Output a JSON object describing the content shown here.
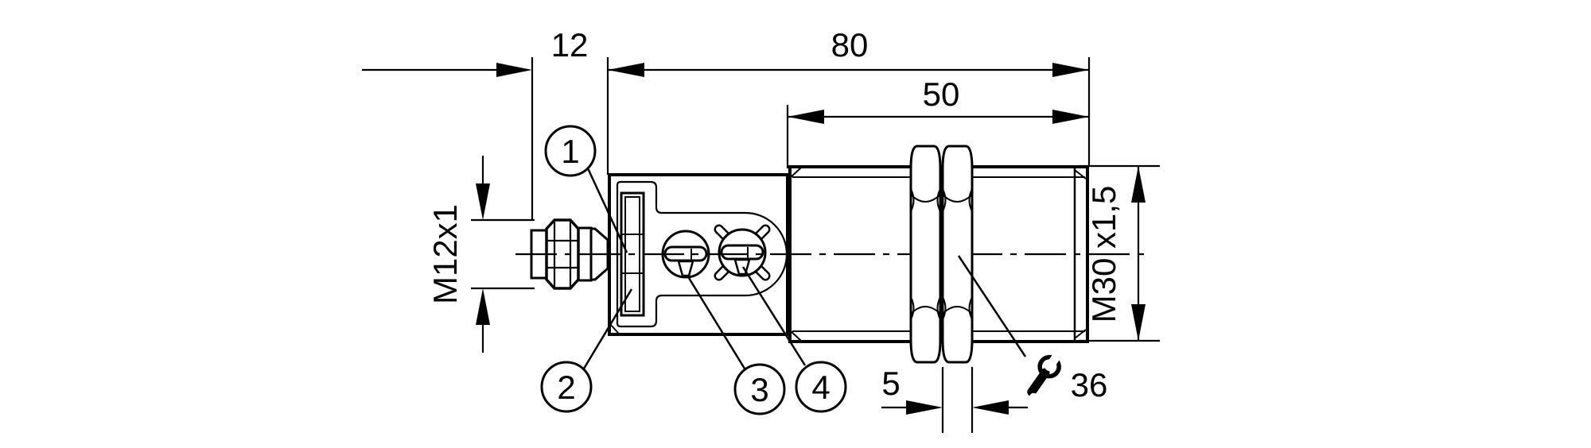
{
  "dimensions": {
    "connector_length": "12",
    "overall_length": "80",
    "threaded_length": "50",
    "connector_thread": "M12x1",
    "housing_thread": "M30 x1,5",
    "nut_thickness": "5",
    "wrench_size": "36"
  },
  "callouts": {
    "c1": "1",
    "c2": "2",
    "c3": "3",
    "c4": "4"
  },
  "icons": {
    "wrench": "open-end-wrench"
  },
  "colors": {
    "line": "#000000",
    "background": "#ffffff"
  }
}
